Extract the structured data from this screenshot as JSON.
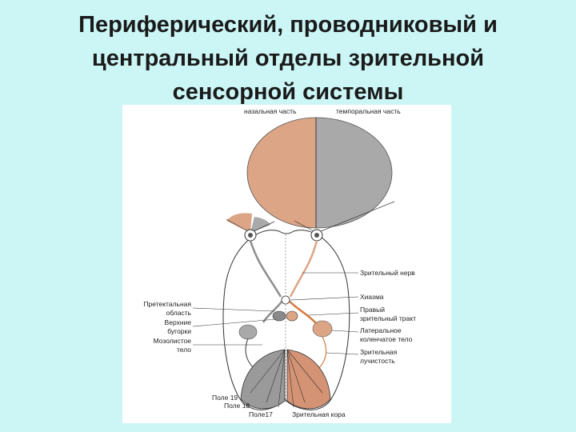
{
  "slide": {
    "title_lines": [
      "Периферический, проводниковый и",
      "центральный отделы зрительной",
      "сенсорной системы"
    ]
  },
  "diagram": {
    "colors": {
      "nasal": "#dca586",
      "temporal": "#a9a9a9",
      "background": "#ccf6f6",
      "line": "#2a2a2a"
    },
    "labels": {
      "nasal_part": "назальная часть",
      "temporal_part": "темпоральная часть",
      "optic_nerve": "Зрительный нерв",
      "chiasm": "Хиазма",
      "right_tract_1": "Правый",
      "right_tract_2": "зрительный тракт",
      "lgn_1": "Латеральное",
      "lgn_2": "коленчатое тело",
      "radiation_1": "Зрительная",
      "radiation_2": "лучистость",
      "pretectal_1": "Претектальная",
      "pretectal_2": "область",
      "colliculi_1": "Верхние",
      "colliculi_2": "бугорки",
      "callosum_1": "Мозолистое",
      "callosum_2": "тело",
      "field19": "Поле 19",
      "field18": "Поле 18",
      "field17": "Поле17",
      "visual_cortex": "Зрительная кора"
    }
  }
}
